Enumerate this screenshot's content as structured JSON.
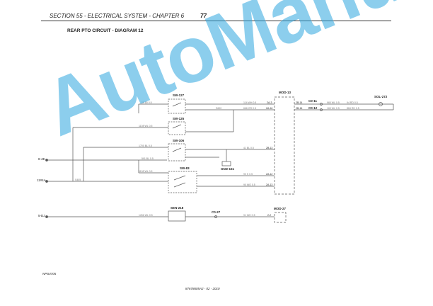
{
  "header": {
    "section": "SECTION 55 - ELECTRICAL SYSTEM - CHAPTER 6",
    "page_number": "77"
  },
  "diagram_title": "REAR PTO CIRCUIT - DIAGRAM 12",
  "components": {
    "sw127": "SW-127",
    "sw125": "SW-125",
    "sw106": "SW-106",
    "sw83": "SW-83",
    "sen218": "SEN-218",
    "mod13": "MOD-13",
    "mod27": "MOD-27",
    "sol272": "SOL-272",
    "gnd151": "GND-151",
    "c011": "C0-11",
    "c012": "C0-12",
    "c027": "C0-27"
  },
  "supply_lines": {
    "line1": "8-4E",
    "line2": "11#4A",
    "line3": "5-DJ"
  },
  "pins": {
    "mod_left": [
      "2A-3",
      "2A-16",
      "2B-13",
      "2A-12",
      "2A-13",
      "2-2"
    ],
    "mod_right": [
      "2B-14",
      "2B-16"
    ]
  },
  "wire_labels": {
    "sw127_in": "19 80 0.5",
    "sw127_out": "114 WH 0.5",
    "sw125_in": "1108 WL 0.5",
    "sw125_out": "666 OR 0.5",
    "sw106_in": "1700 BL 0.5",
    "sw106_a": "591 BL 0.5",
    "sw106_out": "41 BL 0.5",
    "sw83_in": "1108 WL 0.5",
    "sw83_out1": "90 K 0.5",
    "sw83_out2": "90 WO 0.5",
    "sen_wire": "1266 WL 0.5",
    "sen_out": "91 WH 0.5",
    "sol_w1": "960 WL 0.5",
    "sol_w2": "169 WL 0.5",
    "sol_w3": "94 RD 0.5",
    "sol_w4": "884 RD 0.5",
    "splice": "S600",
    "splice2": "S405"
  },
  "footer": {
    "doc_number": "87678605A2 - 02 - 2010",
    "figure_ref": "NPS4705"
  },
  "watermark": "AutoManual"
}
